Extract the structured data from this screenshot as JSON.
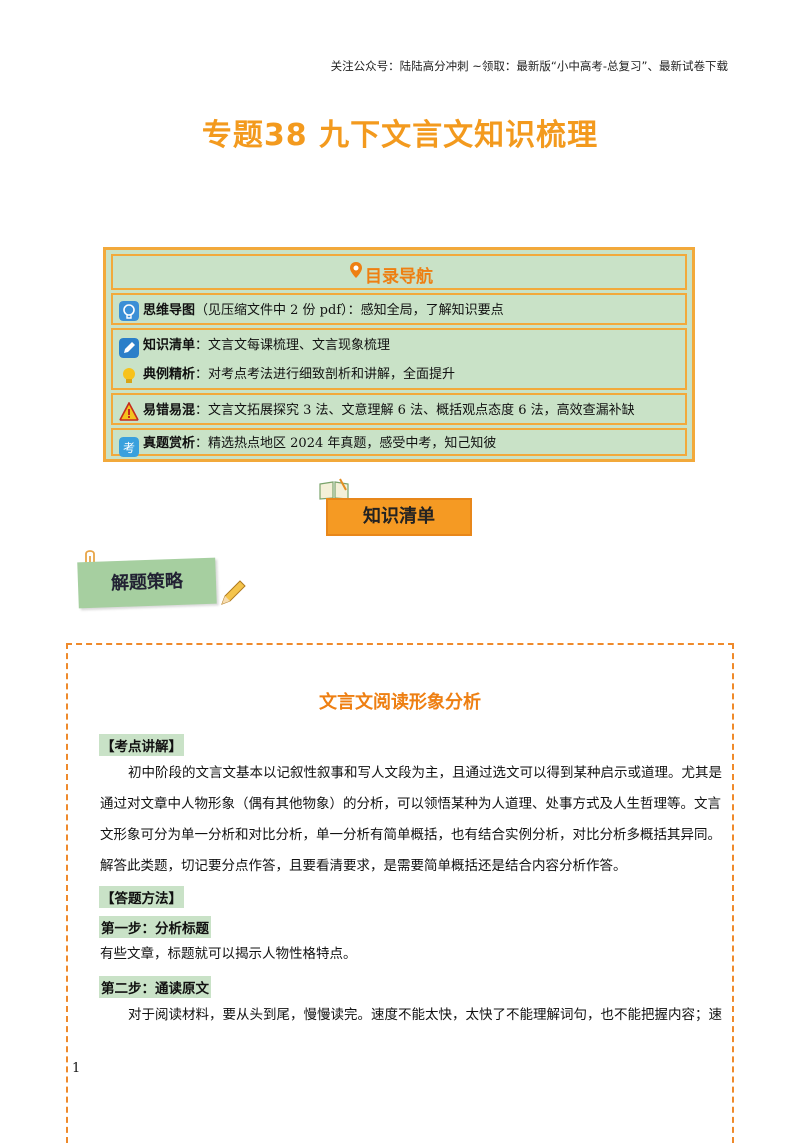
{
  "header_note": "关注公众号：陆陆高分冲刺 ~领取：最新版“小中高考-总复习”、最新试卷下载",
  "title": "专题38 九下文言文知识梳理",
  "toc": {
    "heading": "目录导航",
    "rows": [
      {
        "bold": "思维导图",
        "text": "（见压缩文件中 2 份 pdf）：感知全局，了解知识要点",
        "icon": "brain-icon"
      },
      {
        "bold": "知识清单",
        "text": "：文言文每课梳理、文言现象梳理",
        "icon": "pencil-icon"
      },
      {
        "bold": "典例精析",
        "text": "：对考点考法进行细致剖析和讲解，全面提升",
        "icon": "lightbulb-icon"
      },
      {
        "bold": "易错易混",
        "text": "：文言文拓展探究 3 法、文意理解 6 法、概括观点态度 6 法，高效查漏补缺",
        "icon": "warning-icon"
      },
      {
        "bold": "真题赏析",
        "text": "：精选热点地区 2024 年真题，感受中考，知己知彼",
        "icon": "exam-icon"
      }
    ]
  },
  "knowledge_banner": "知识清单",
  "strategy_tag": "解题策略",
  "section_title": "文言文阅读形象分析",
  "blocks": {
    "label1": "【考点讲解】",
    "para1": [
      "初中阶段的文言文基本以记叙性叙事和写人文段为主，且通过选文可以得到某种启示或道理。尤其是",
      "通过对文章中人物形象（偶有其他物象）的分析，可以领悟某种为人道理、处事方式及人生哲理等。文言",
      "文形象可分为单一分析和对比分析，单一分析有简单概括，也有结合实例分析，对比分析多概括其异同。",
      "解答此类题，切记要分点作答，且要看清要求，是需要简单概括还是结合内容分析作答。"
    ],
    "label2": "【答题方法】",
    "step1": "第一步：分析标题",
    "step1_text": "有些文章，标题就可以揭示人物性格特点。",
    "step2": "第二步：通读原文",
    "step2_text": "对于阅读材料，要从头到尾，慢慢读完。速度不能太快，太快了不能理解词句，也不能把握内容；速"
  },
  "page_number": "1",
  "colors": {
    "accent_orange": "#f39a1e",
    "toc_green": "#c9e2c7",
    "border_orange": "#f2a93b"
  }
}
